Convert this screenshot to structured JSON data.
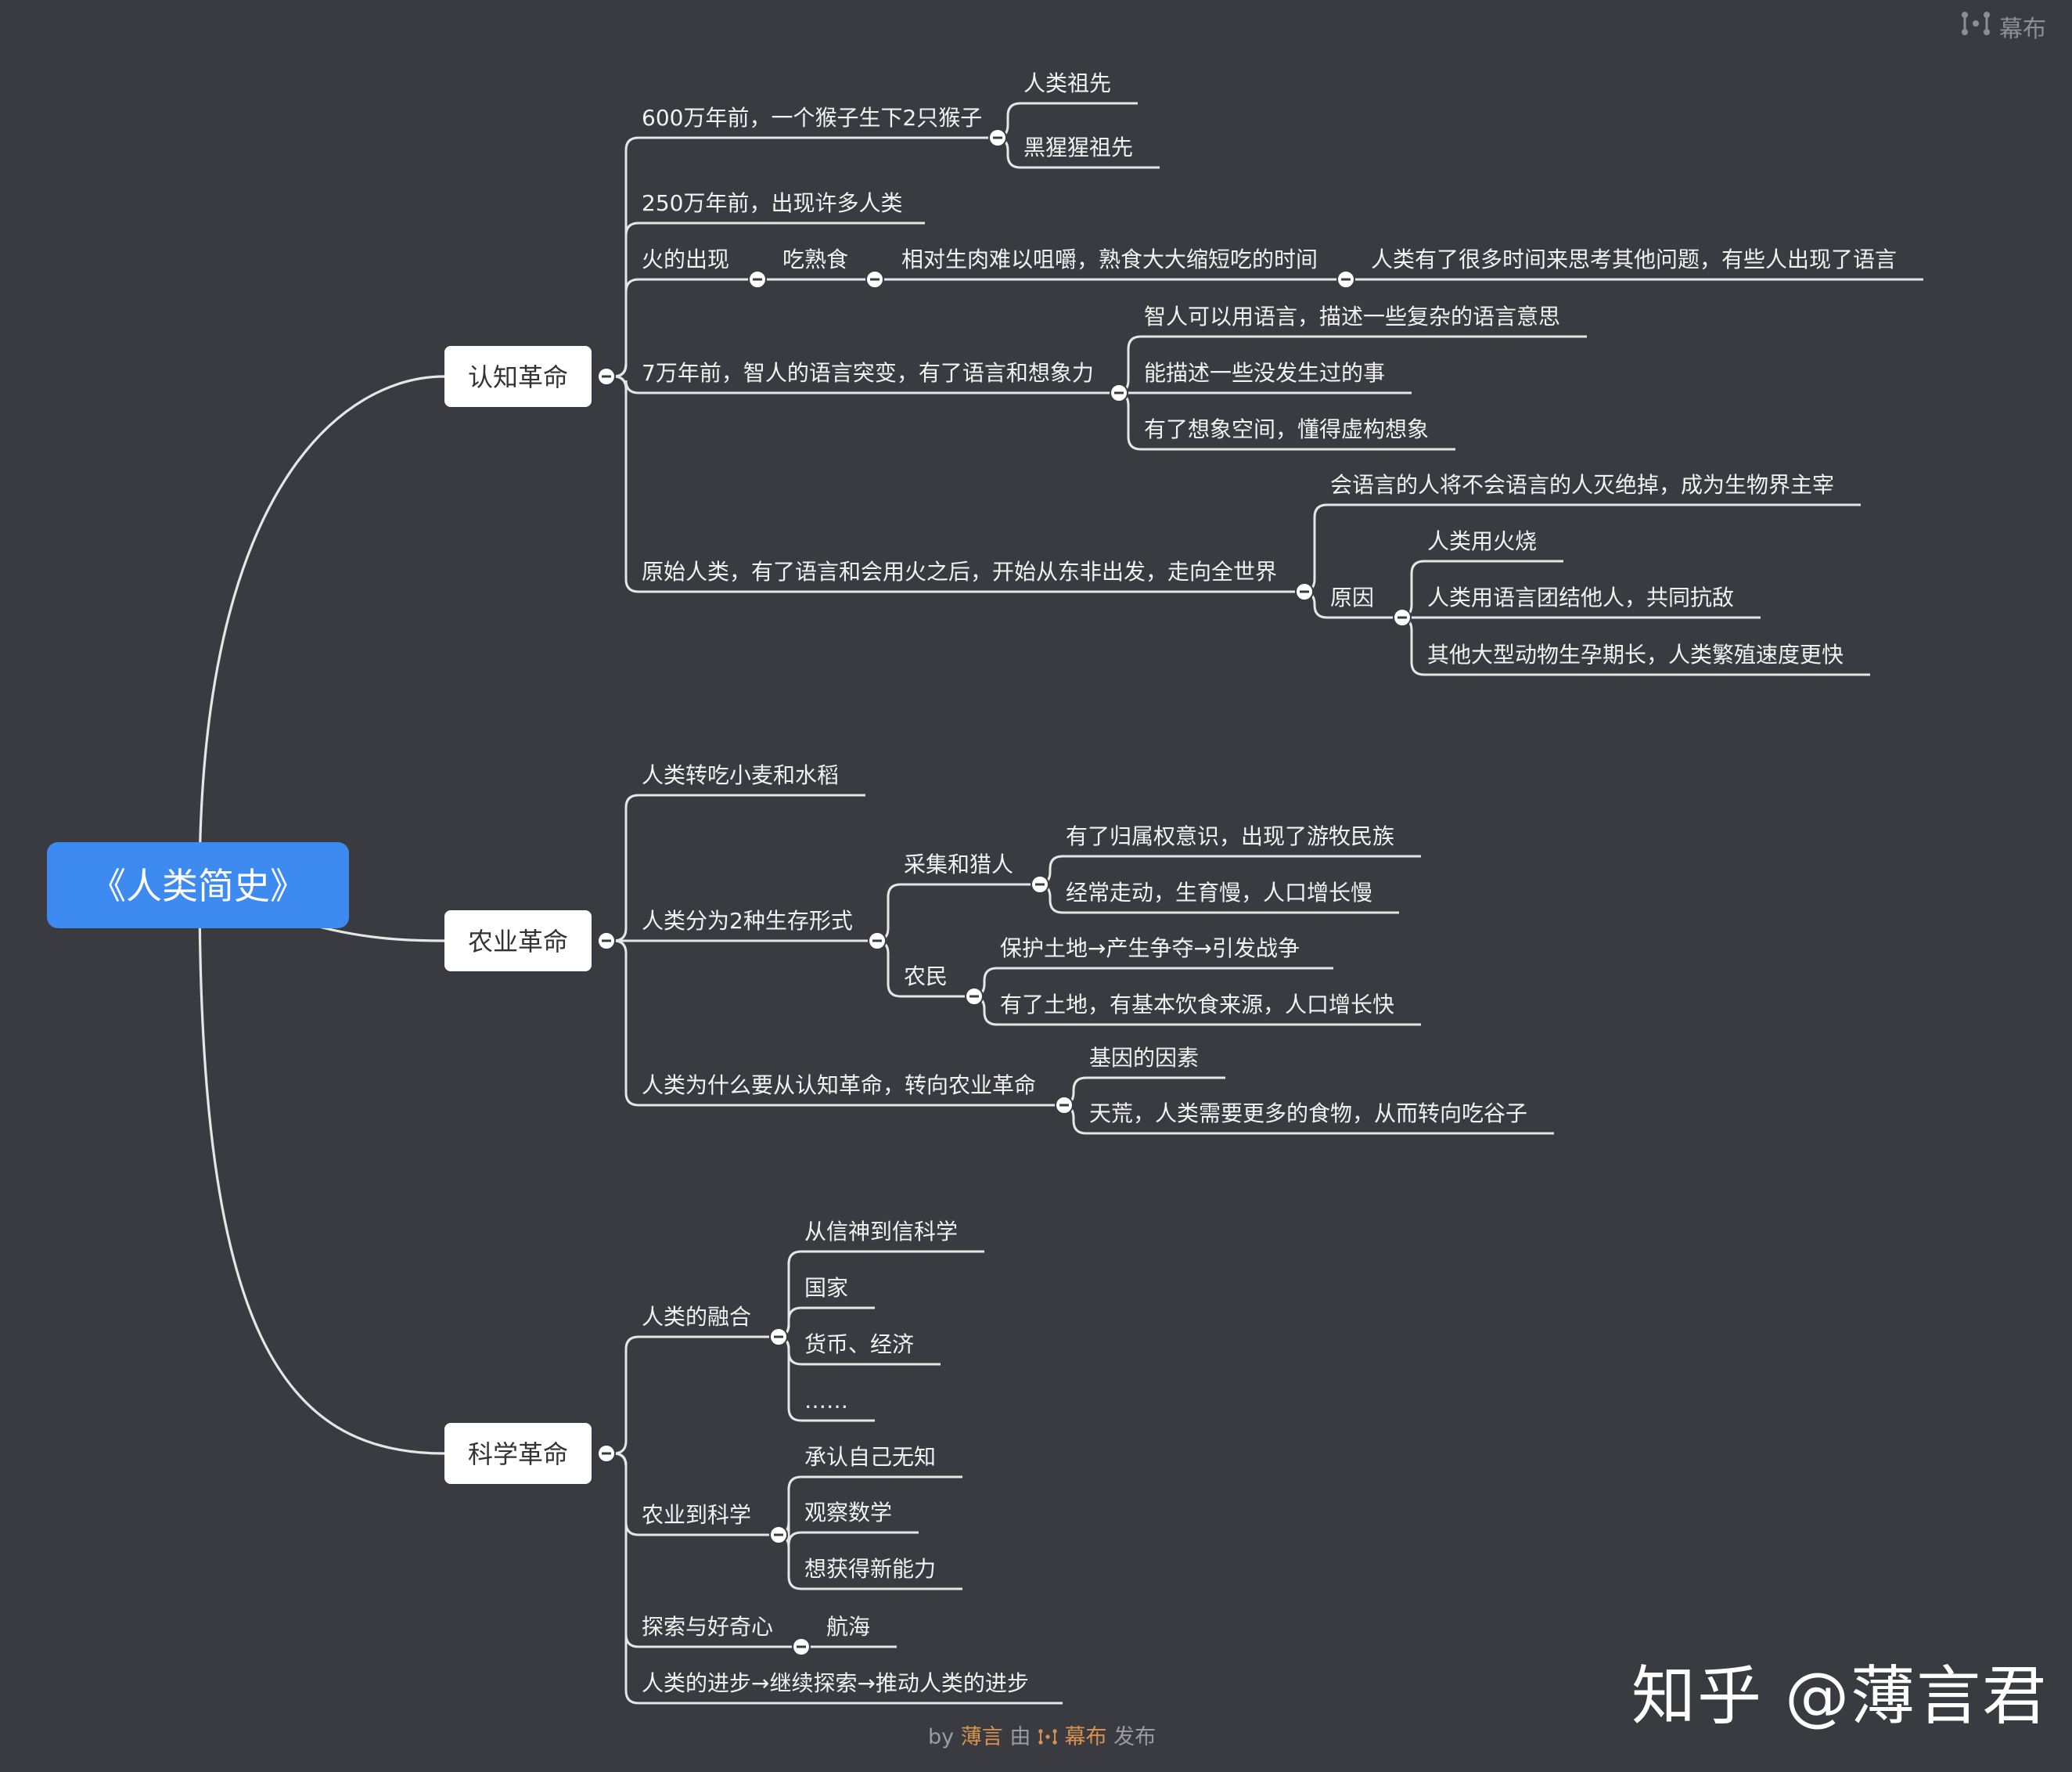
{
  "brand": {
    "icon": "mubu-logo-icon",
    "label": "幕布"
  },
  "footer": {
    "by": "by",
    "author": "薄言",
    "via": "由",
    "platform": "幕布",
    "publish": "发布"
  },
  "watermark": "知乎 @薄言君",
  "colors": {
    "background": "#393b40",
    "root": "#3d8bf0",
    "main_node": "#ffffff",
    "line": "#e6e6e6",
    "accent": "#d9914e"
  },
  "mindmap": {
    "root": "《人类简史》",
    "branches": [
      {
        "label": "认知革命",
        "children": [
          {
            "label": "600万年前，一个猴子生下2只猴子",
            "children": [
              {
                "label": "人类祖先"
              },
              {
                "label": "黑猩猩祖先"
              }
            ]
          },
          {
            "label": "250万年前，出现许多人类"
          },
          {
            "label": "火的出现",
            "children": [
              {
                "label": "吃熟食",
                "children": [
                  {
                    "label": "相对生肉难以咀嚼，熟食大大缩短吃的时间",
                    "children": [
                      {
                        "label": "人类有了很多时间来思考其他问题，有些人出现了语言"
                      }
                    ]
                  }
                ]
              }
            ]
          },
          {
            "label": "7万年前，智人的语言突变，有了语言和想象力",
            "children": [
              {
                "label": "智人可以用语言，描述一些复杂的语言意思"
              },
              {
                "label": "能描述一些没发生过的事"
              },
              {
                "label": "有了想象空间，懂得虚构想象"
              }
            ]
          },
          {
            "label": "原始人类，有了语言和会用火之后，开始从东非出发，走向全世界",
            "children": [
              {
                "label": "会语言的人将不会语言的人灭绝掉，成为生物界主宰"
              },
              {
                "label": "原因",
                "children": [
                  {
                    "label": "人类用火烧"
                  },
                  {
                    "label": "人类用语言团结他人，共同抗敌"
                  },
                  {
                    "label": "其他大型动物生孕期长，人类繁殖速度更快"
                  }
                ]
              }
            ]
          }
        ]
      },
      {
        "label": "农业革命",
        "children": [
          {
            "label": "人类转吃小麦和水稻"
          },
          {
            "label": "人类分为2种生存形式",
            "children": [
              {
                "label": "采集和猎人",
                "children": [
                  {
                    "label": "有了归属权意识，出现了游牧民族"
                  },
                  {
                    "label": "经常走动，生育慢，人口增长慢"
                  }
                ]
              },
              {
                "label": "农民",
                "children": [
                  {
                    "label": "保护土地→产生争夺→引发战争"
                  },
                  {
                    "label": "有了土地，有基本饮食来源，人口增长快"
                  }
                ]
              }
            ]
          },
          {
            "label": "人类为什么要从认知革命，转向农业革命",
            "children": [
              {
                "label": "基因的因素"
              },
              {
                "label": "天荒，人类需要更多的食物，从而转向吃谷子"
              }
            ]
          }
        ]
      },
      {
        "label": "科学革命",
        "children": [
          {
            "label": "人类的融合",
            "children": [
              {
                "label": "从信神到信科学"
              },
              {
                "label": "国家"
              },
              {
                "label": "货币、经济"
              },
              {
                "label": "……"
              }
            ]
          },
          {
            "label": "农业到科学",
            "children": [
              {
                "label": "承认自己无知"
              },
              {
                "label": "观察数学"
              },
              {
                "label": "想获得新能力"
              }
            ]
          },
          {
            "label": "探索与好奇心",
            "children": [
              {
                "label": "航海"
              }
            ]
          },
          {
            "label": "人类的进步→继续探索→推动人类的进步"
          }
        ]
      }
    ]
  }
}
